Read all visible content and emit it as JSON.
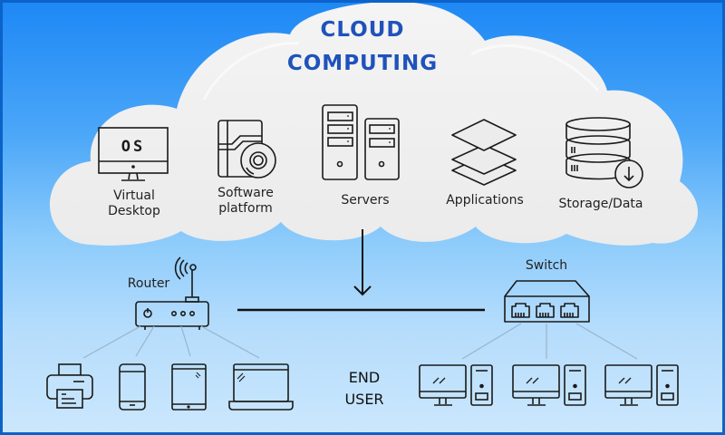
{
  "title": {
    "line1": "CLOUD",
    "line2": "COMPUTING"
  },
  "colors": {
    "title": "#1f52bb",
    "frame": "#0b63c9",
    "cloud": "#ececec",
    "icon_stroke": "#1a1a1a",
    "connector": "#9bb4c8"
  },
  "cloud_services": [
    {
      "icon": "monitor-os-icon",
      "icon_text": "OS",
      "label_line1": "Virtual",
      "label_line2": "Desktop"
    },
    {
      "icon": "software-box-disc-icon",
      "label_line1": "Software",
      "label_line2": "platform"
    },
    {
      "icon": "servers-icon",
      "label_line1": "Servers"
    },
    {
      "icon": "layers-stack-icon",
      "label_line1": "Applications"
    },
    {
      "icon": "database-download-icon",
      "label_line1": "Storage/Data"
    }
  ],
  "network": {
    "router_label": "Router",
    "switch_label": "Switch",
    "end_user_line1": "END",
    "end_user_line2": "USER"
  },
  "router_devices": [
    {
      "icon": "printer-icon"
    },
    {
      "icon": "smartphone-icon"
    },
    {
      "icon": "tablet-icon"
    },
    {
      "icon": "laptop-icon"
    }
  ],
  "switch_devices": [
    {
      "icon": "desktop-computer-icon"
    },
    {
      "icon": "desktop-computer-icon"
    },
    {
      "icon": "desktop-computer-icon"
    }
  ]
}
